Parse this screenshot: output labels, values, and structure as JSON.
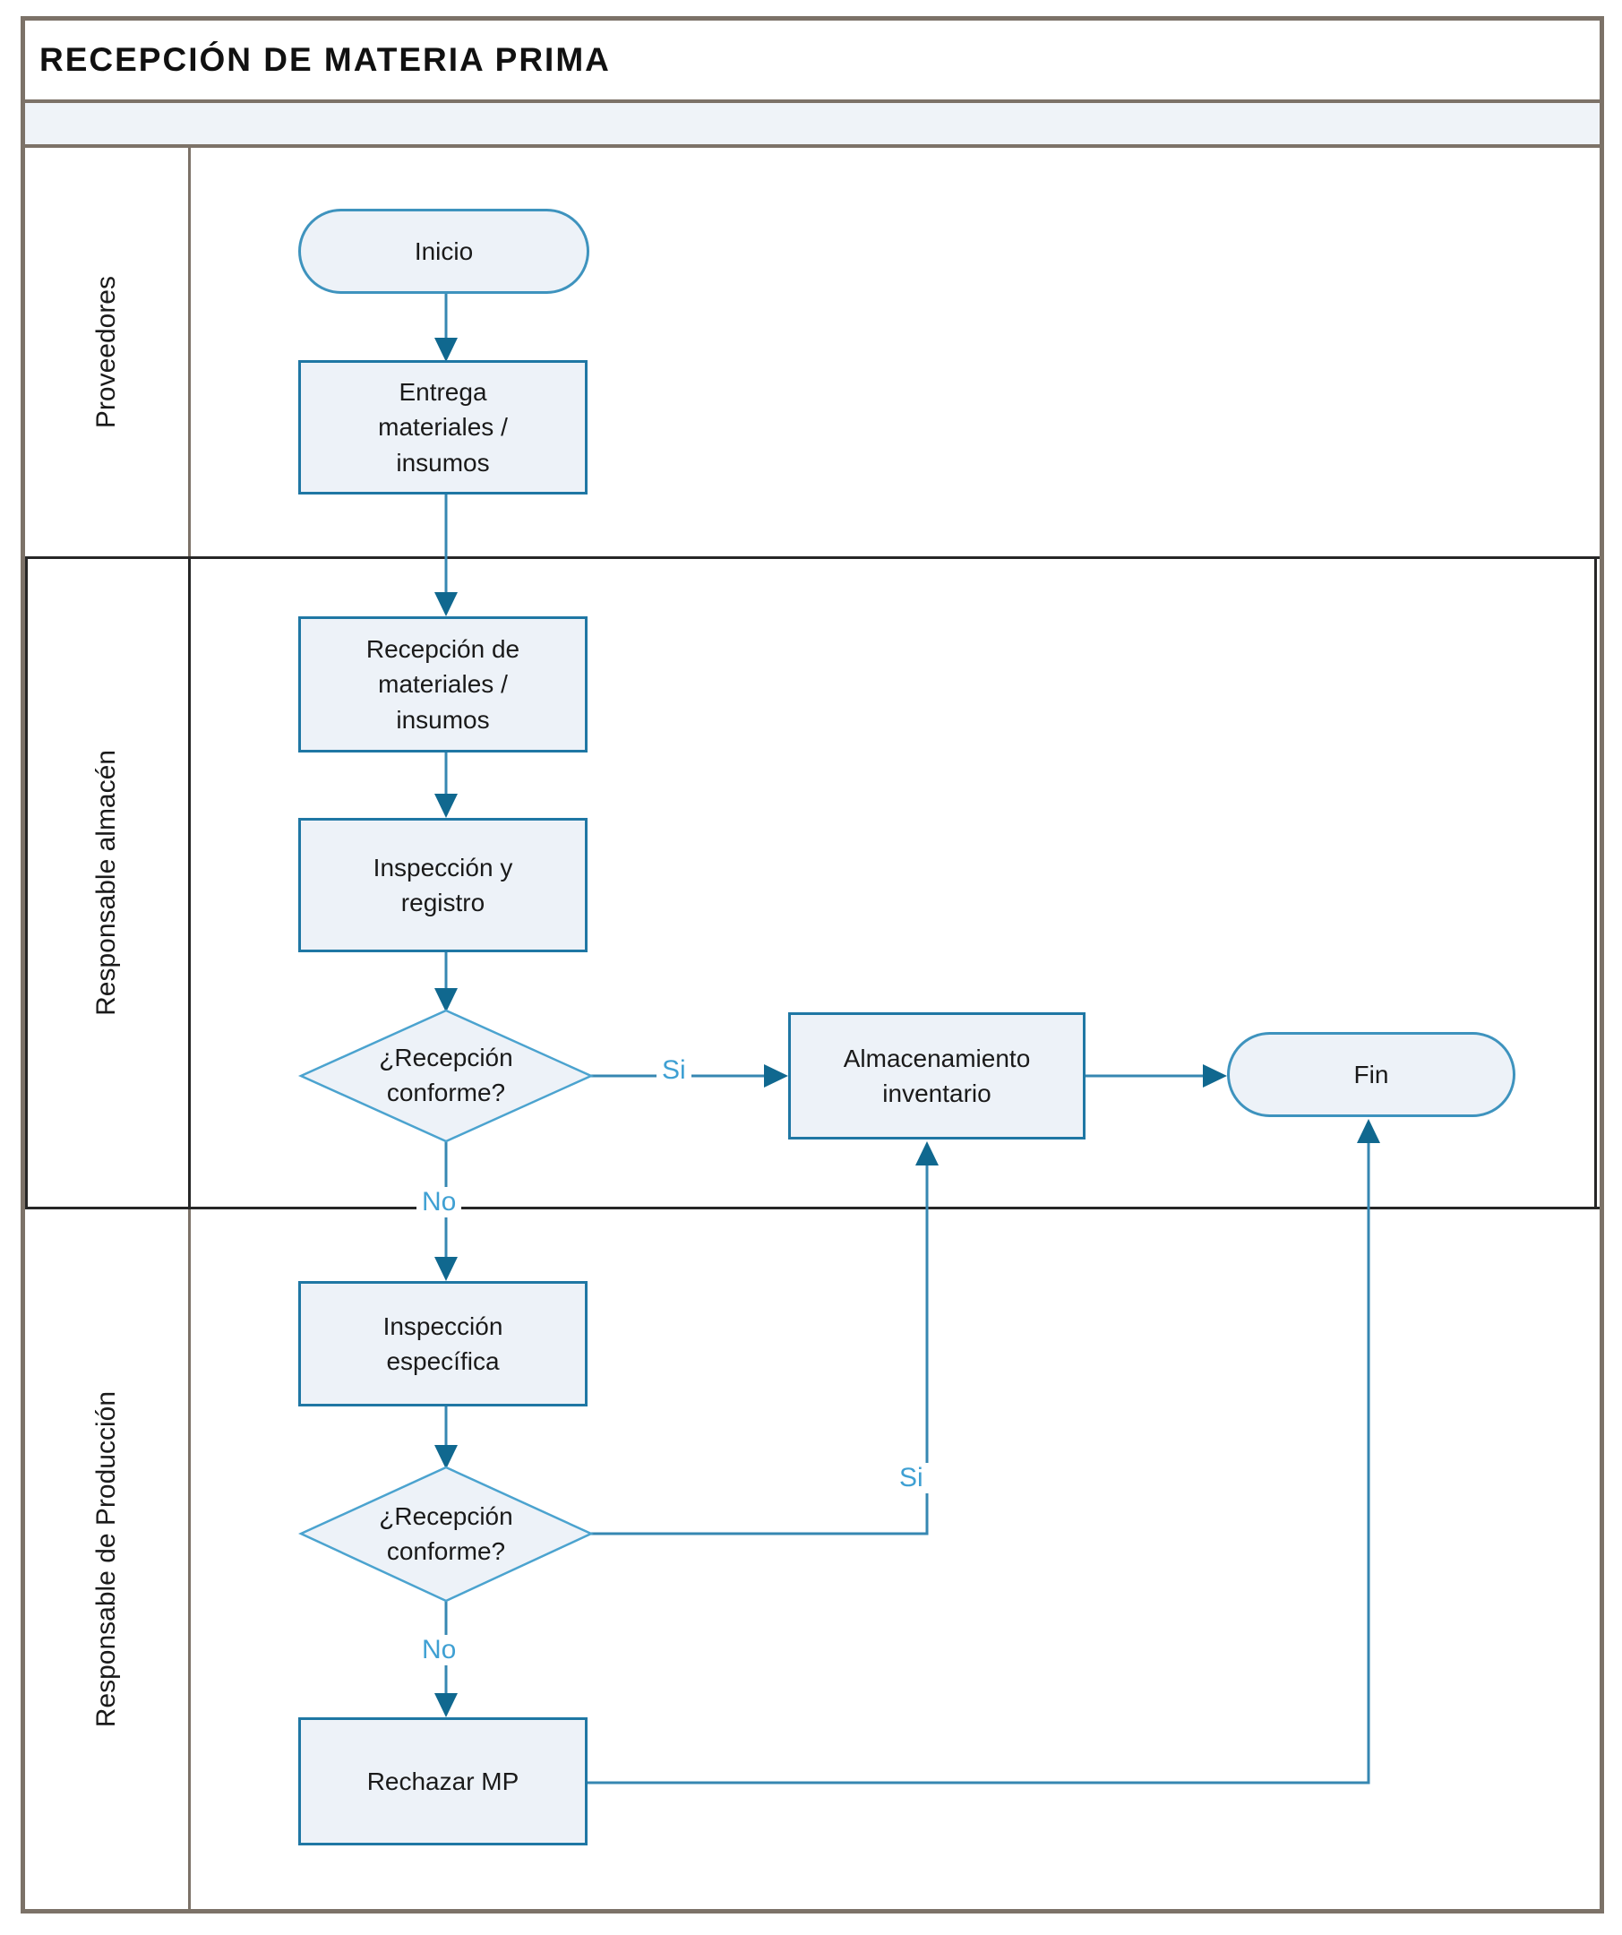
{
  "title": "RECEPCIÓN DE MATERIA PRIMA",
  "lanes": [
    {
      "label": "Proveedores"
    },
    {
      "label": "Responsable almacén"
    },
    {
      "label": "Responsable de Producción"
    }
  ],
  "nodes": {
    "inicio": {
      "label": "Inicio",
      "type": "terminator"
    },
    "entrega": {
      "label": "Entrega\nmateriales /\ninsumos",
      "type": "process"
    },
    "recepcion": {
      "label": "Recepción de\nmateriales /\ninsumos",
      "type": "process"
    },
    "inspeccion_registro": {
      "label": "Inspección y\nregistro",
      "type": "process"
    },
    "decision_almacen": {
      "label": "¿Recepción\nconforme?",
      "type": "decision"
    },
    "almacenamiento": {
      "label": "Almacenamiento\ninventario",
      "type": "process"
    },
    "fin": {
      "label": "Fin",
      "type": "terminator"
    },
    "inspeccion_especifica": {
      "label": "Inspección\nespecífica",
      "type": "process"
    },
    "decision_produccion": {
      "label": "¿Recepción\nconforme?",
      "type": "decision"
    },
    "rechazar": {
      "label": "Rechazar MP",
      "type": "process"
    }
  },
  "edge_labels": {
    "si_almacen": "Si",
    "no_almacen": "No",
    "si_produccion": "Si",
    "no_produccion": "No"
  },
  "colors": {
    "frame": "#7C7268",
    "lane_divider": "#262626",
    "shape_border": "#1F77A4",
    "shape_fill": "#EDF2F8",
    "diamond_border": "#4BA3CF",
    "connector": "#3687B2",
    "arrowhead": "#10688F",
    "edge_label": "#3FA0D3",
    "strip_fill": "#EFF3F8",
    "text": "#1A1A1A",
    "pill_border": "#3E93BE"
  }
}
